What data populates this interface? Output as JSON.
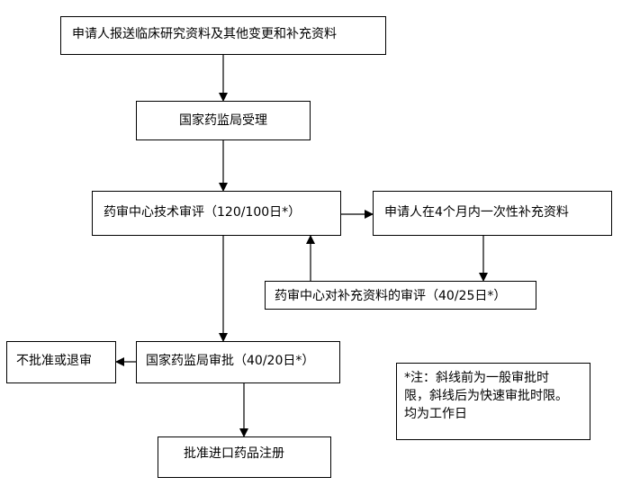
{
  "nodes": {
    "submit": "申请人报送临床研究资料及其他变更和补充资料",
    "accept": "国家药监局受理",
    "tech_review": "药审中心技术审评（120/100日*）",
    "supplement": "申请人在4个月内一次性补充资料",
    "supp_review": "药审中心对补充资料的审评（40/25日*）",
    "approval": "国家药监局审批（40/20日*）",
    "reject": "不批准或退审",
    "register": "批准进口药品注册"
  },
  "note": {
    "line1": "*注：斜线前为一般审批时",
    "line2": "限，斜线后为快速审批时限。",
    "line3": "均为工作日"
  }
}
